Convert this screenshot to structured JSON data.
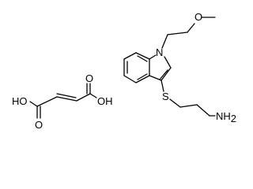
{
  "molecules": {
    "indole_compound": {
      "atom_labels": {
        "n1": "N",
        "o_methoxy": "O",
        "s": "S",
        "nh2_n": "NH",
        "nh2_sub": "2"
      }
    },
    "fumaric_acid": {
      "atom_labels": {
        "left_oh": "HO",
        "left_o": "O",
        "right_oh": "OH",
        "right_o": "O"
      }
    }
  }
}
